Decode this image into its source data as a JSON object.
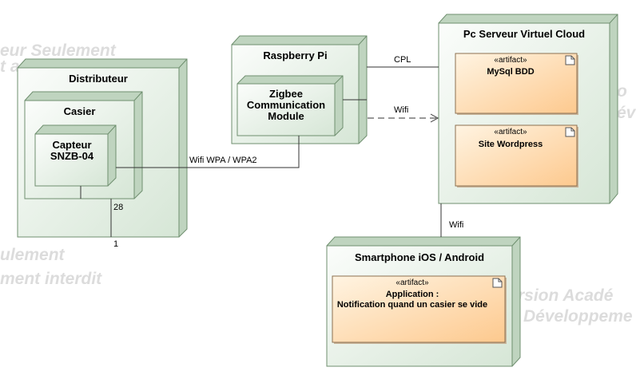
{
  "watermarks": [
    "...seur Seulement",
    "...st a",
    "...ulement",
    "...ment interdit",
    "...",
    "...éve",
    "...rsion Acadé...",
    "Développeme..."
  ],
  "nodes": {
    "distributeur": "Distributeur",
    "casier": "Casier",
    "capteur": "Capteur SNZB-04",
    "raspberry": "Raspberry Pi",
    "zigbee": "Zigbee Communication Module",
    "serveur": "Pc Serveur Virtuel Cloud",
    "smartphone": "Smartphone iOS / Android"
  },
  "artifacts": {
    "stereotype": "«artifact»",
    "mysql": "MySql BDD",
    "wordpress": "Site Wordpress",
    "application_line1": "Application :",
    "application_line2": "Notification quand un casier se vide"
  },
  "links": {
    "cpl": "CPL",
    "wifi_dashed": "Wifi",
    "wifi_wpa": "Wifi WPA / WPA2",
    "wifi_phone": "Wifi",
    "mult_28": "28",
    "mult_1": "1"
  }
}
